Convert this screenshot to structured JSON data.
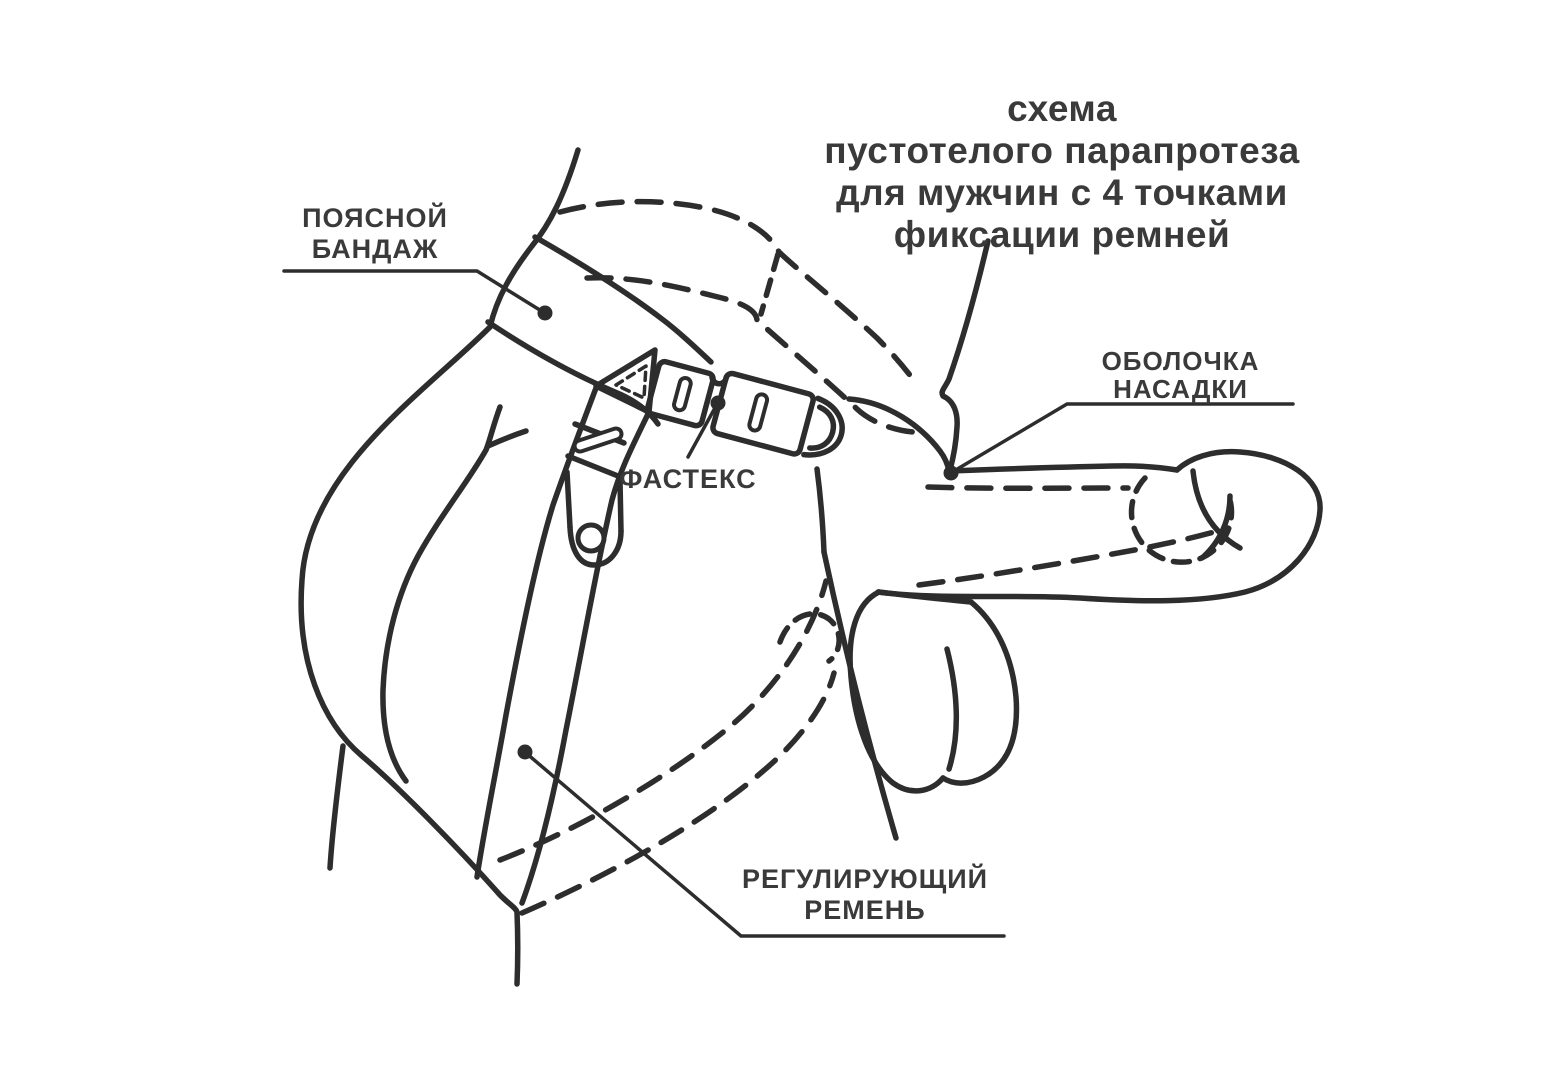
{
  "colors": {
    "ink": "#2d2d2d",
    "text": "#3a3a3a",
    "background": "#ffffff"
  },
  "title": {
    "lines": [
      "схема",
      "пустотелого парапротеза",
      "для мужчин с 4 точками",
      "фиксации ремней"
    ]
  },
  "labels": {
    "waist_bandage": {
      "line1": "ПОЯСНОЙ",
      "line2": "БАНДАЖ"
    },
    "fastex": {
      "text": "ФАСТЕКС"
    },
    "nozzle_sheath": {
      "line1": "ОБОЛОЧКА",
      "line2": "НАСАДКИ"
    },
    "adjusting_strap": {
      "line1": "РЕГУЛИРУЮЩИЙ",
      "line2": "РЕМЕНЬ"
    }
  }
}
